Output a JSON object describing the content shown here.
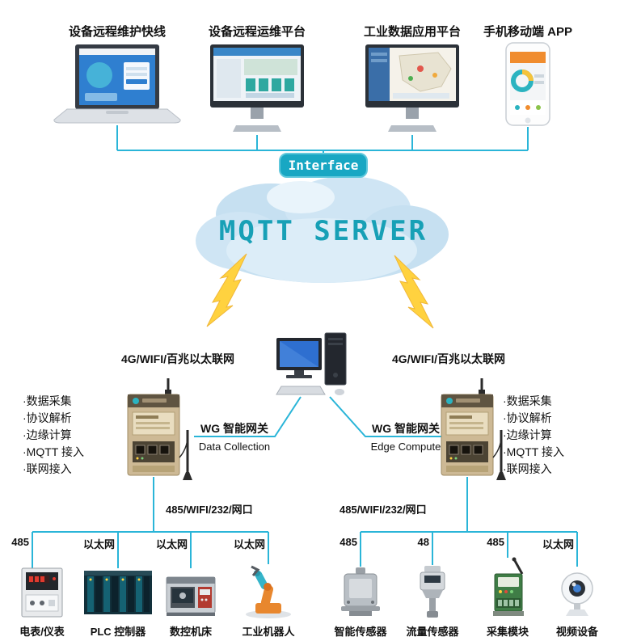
{
  "colors": {
    "line": "#2ab5d8",
    "badge_bg": "#18a7c3",
    "cloud_fill": "#c6e0f1",
    "cloud_text": "#17a0b6",
    "bolt": "#ffd23f"
  },
  "top": {
    "platforms": [
      {
        "label": "设备远程维护快线"
      },
      {
        "label": "设备远程运维平台"
      },
      {
        "label": "工业数据应用平台"
      },
      {
        "label": "手机移动端 APP"
      }
    ],
    "interface_label": "Interface",
    "cloud_label": "MQTT SERVER"
  },
  "middle": {
    "left_network_label": "4G/WIFI/百兆以太联网",
    "right_network_label": "4G/WIFI/百兆以太联网",
    "left_gateway_title": "WG 智能网关",
    "left_gateway_subtitle": "Data Collection",
    "right_gateway_title": "WG 智能网关",
    "right_gateway_subtitle": "Edge Compute",
    "left_features": [
      "·数据采集",
      "·协议解析",
      "·边缘计算",
      "·MQTT 接入",
      "·联网接入"
    ],
    "right_features": [
      "·数据采集",
      "·协议解析",
      "·边缘计算",
      "·MQTT 接入",
      "·联网接入"
    ]
  },
  "bottom": {
    "left_bus_label": "485/WIFI/232/网口",
    "right_bus_label": "485/WIFI/232/网口",
    "left_branch_labels": [
      "485",
      "以太网",
      "以太网",
      "以太网"
    ],
    "right_branch_labels": [
      "485",
      "48",
      "485",
      "以太网"
    ],
    "left_device_labels": [
      "电表/仪表",
      "PLC 控制器",
      "数控机床",
      "工业机器人"
    ],
    "right_device_labels": [
      "智能传感器",
      "流量传感器",
      "采集模块",
      "视频设备"
    ]
  }
}
